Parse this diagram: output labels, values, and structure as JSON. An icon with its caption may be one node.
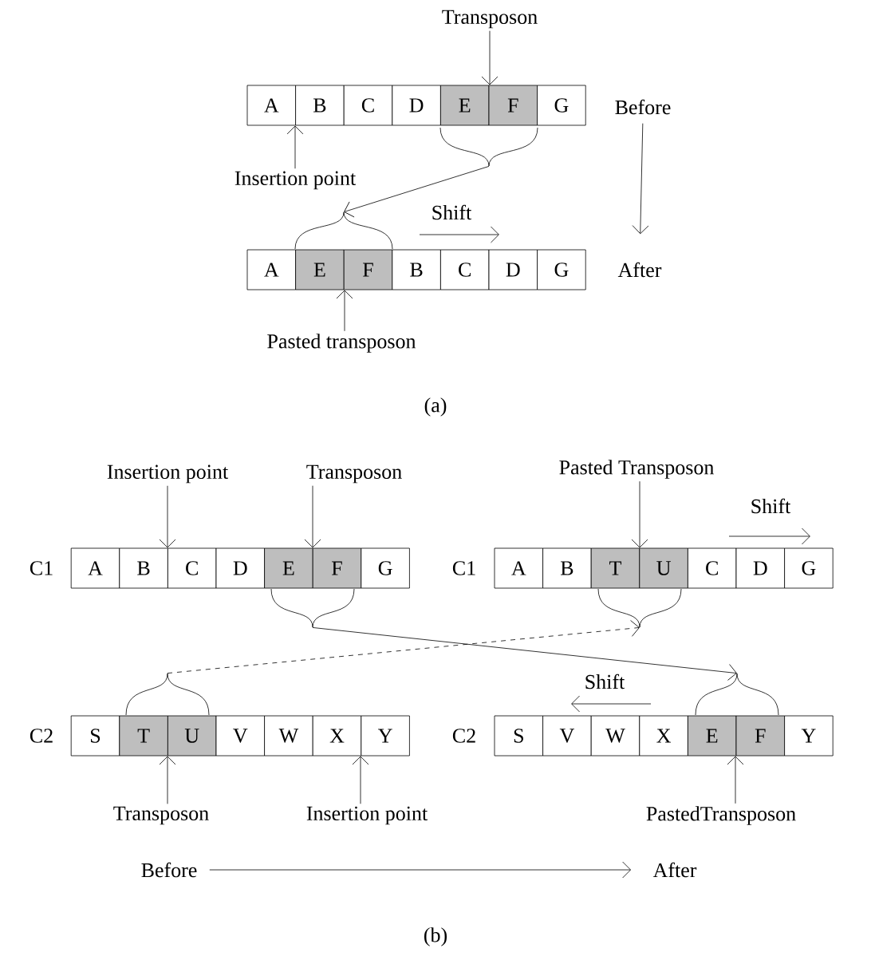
{
  "diagram": {
    "nodes": [
      {
        "text": [
          "Transposon"
        ]
      },
      {
        "text": [
          "A"
        ]
      },
      {
        "text": [
          "B"
        ]
      },
      {
        "text": [
          "C"
        ]
      },
      {
        "text": [
          "D"
        ]
      },
      {
        "text": [
          "E"
        ]
      },
      {
        "text": [
          "F"
        ]
      },
      {
        "text": [
          "G"
        ]
      },
      {
        "text": [
          "Before"
        ]
      },
      {
        "text": [
          "Insertion point"
        ]
      },
      {
        "text": [],
        "shape": "brace"
      },
      {
        "text": [],
        "shape": "brace"
      },
      {
        "text": [
          "A"
        ]
      },
      {
        "text": [
          "E"
        ]
      },
      {
        "text": [
          "F"
        ]
      },
      {
        "text": [
          "B"
        ]
      },
      {
        "text": [
          "C"
        ]
      },
      {
        "text": [
          "D"
        ]
      },
      {
        "text": [
          "G"
        ]
      },
      {
        "text": [
          "After"
        ]
      },
      {
        "text": [
          "Pasted transposon"
        ]
      },
      {
        "text": [
          "Insertion point"
        ]
      },
      {
        "text": [
          "Transposon"
        ]
      },
      {
        "text": [
          "Pasted Transposon"
        ]
      },
      {
        "text": [
          "A"
        ]
      },
      {
        "text": [
          "B"
        ]
      },
      {
        "text": [
          "C"
        ]
      },
      {
        "text": [
          "D"
        ]
      },
      {
        "text": [
          "E"
        ]
      },
      {
        "text": [
          "F"
        ]
      },
      {
        "text": [
          "G"
        ]
      },
      {
        "text": [
          "A"
        ]
      },
      {
        "text": [
          "B"
        ]
      },
      {
        "text": [
          "T"
        ]
      },
      {
        "text": [
          "U"
        ]
      },
      {
        "text": [
          "C"
        ]
      },
      {
        "text": [
          "D"
        ]
      },
      {
        "text": [
          "G"
        ]
      },
      {
        "text": [],
        "shape": "brace"
      },
      {
        "text": [],
        "shape": "brace"
      },
      {
        "text": [],
        "shape": "brace"
      },
      {
        "text": [],
        "shape": "brace"
      },
      {
        "text": [
          "S"
        ]
      },
      {
        "text": [
          "T"
        ]
      },
      {
        "text": [
          "U"
        ]
      },
      {
        "text": [
          "V"
        ]
      },
      {
        "text": [
          "W"
        ]
      },
      {
        "text": [
          "X"
        ]
      },
      {
        "text": [
          "Y"
        ]
      },
      {
        "text": [
          "S"
        ]
      },
      {
        "text": [
          "V"
        ]
      },
      {
        "text": [
          "W"
        ]
      },
      {
        "text": [
          "X"
        ]
      },
      {
        "text": [
          "E"
        ]
      },
      {
        "text": [
          "F"
        ]
      },
      {
        "text": [
          "Y"
        ]
      },
      {
        "text": [
          "Transposon"
        ]
      },
      {
        "text": [
          "Insertion point"
        ]
      },
      {
        "text": [
          "PastedTransposon"
        ]
      },
      {
        "text": [
          "Before"
        ]
      },
      {
        "text": [
          "After"
        ]
      }
    ],
    "edges": [
      {
        "from": 0,
        "to": 5,
        "arrow": "to"
      },
      {
        "from": 9,
        "to": 2,
        "arrow": "to"
      },
      {
        "from": 10,
        "to": 11,
        "arrow": "to"
      },
      {
        "from": 8,
        "to": 19,
        "arrow": "to"
      },
      {
        "from": 20,
        "to": 13,
        "arrow": "to"
      },
      {
        "from": 21,
        "to": 25,
        "arrow": "to"
      },
      {
        "from": 22,
        "to": 28,
        "arrow": "to"
      },
      {
        "from": 23,
        "to": 33,
        "arrow": "to"
      },
      {
        "from": 38,
        "to": 41,
        "arrow": "to"
      },
      {
        "from": 40,
        "to": 39,
        "arrow": "to",
        "style": "dashed"
      },
      {
        "from": 56,
        "to": 43,
        "arrow": "to"
      },
      {
        "from": 57,
        "to": 48,
        "arrow": "to"
      },
      {
        "from": 58,
        "to": 53,
        "arrow": "to"
      },
      {
        "from": 59,
        "to": 60,
        "arrow": "to"
      }
    ],
    "labels": [
      "Shift",
      "(a)",
      "Shift",
      "C1",
      "C1",
      "Shift",
      "C2",
      "C2",
      "(b)"
    ]
  }
}
